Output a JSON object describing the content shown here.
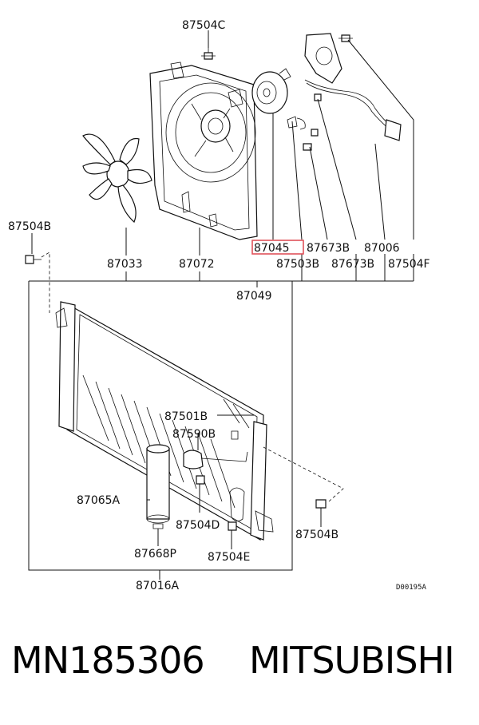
{
  "diagram": {
    "labels": {
      "c87504c": "87504C",
      "b87504b_left": "87504B",
      "p87033": "87033",
      "p87072": "87072",
      "p87045": "87045",
      "p87673b_top": "87673B",
      "p87006": "87006",
      "p87503b": "87503B",
      "p87673b_bottom": "87673B",
      "p87504f": "87504F",
      "p87049": "87049",
      "p87501b": "87501B",
      "p87590b": "87590B",
      "p87065a": "87065A",
      "p87504d": "87504D",
      "p87504b_right": "87504B",
      "p87668p": "87668P",
      "p87504e": "87504E",
      "p87016a": "87016A"
    },
    "drawing_ref": "D00195A",
    "highlight_color": "#e0525a"
  },
  "footer": {
    "part_number": "MN185306",
    "brand": "MITSUBISHI"
  }
}
